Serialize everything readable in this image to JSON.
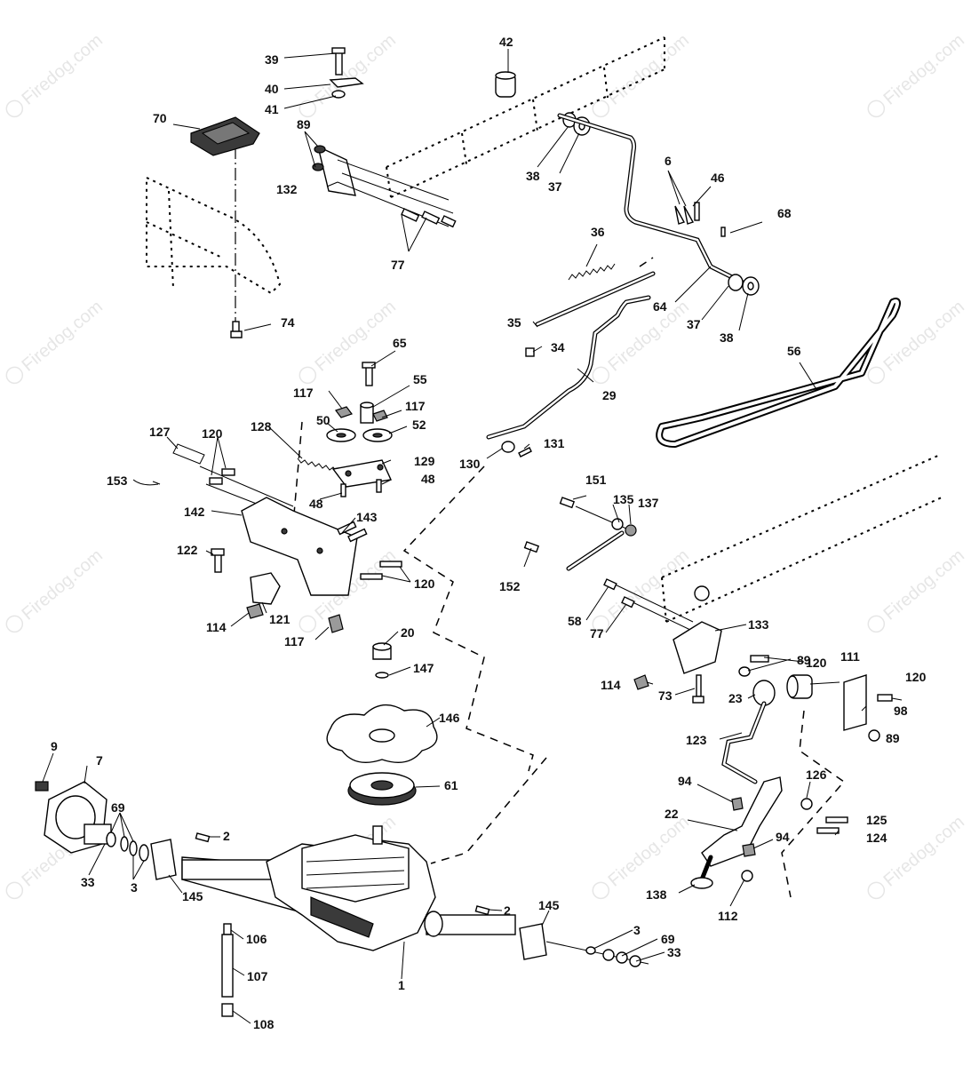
{
  "watermark": {
    "text": "Firedog.com",
    "symbol": "©"
  },
  "callouts": [
    {
      "id": "c39a",
      "text": "39"
    },
    {
      "id": "c40a",
      "text": "40"
    },
    {
      "id": "c41a",
      "text": "41"
    },
    {
      "id": "c42a",
      "text": "42"
    },
    {
      "id": "c70a",
      "text": "70"
    },
    {
      "id": "c89a",
      "text": "89"
    },
    {
      "id": "c132a",
      "text": "132"
    },
    {
      "id": "c77a",
      "text": "77"
    },
    {
      "id": "c38a",
      "text": "38"
    },
    {
      "id": "c37a",
      "text": "37"
    },
    {
      "id": "c6a",
      "text": "6"
    },
    {
      "id": "c46a",
      "text": "46"
    },
    {
      "id": "c68a",
      "text": "68"
    },
    {
      "id": "c36a",
      "text": "36"
    },
    {
      "id": "c64a",
      "text": "64"
    },
    {
      "id": "c37b",
      "text": "37"
    },
    {
      "id": "c38b",
      "text": "38"
    },
    {
      "id": "c56a",
      "text": "56"
    },
    {
      "id": "c74a",
      "text": "74"
    },
    {
      "id": "c35a",
      "text": "35"
    },
    {
      "id": "c34a",
      "text": "34"
    },
    {
      "id": "c65a",
      "text": "65"
    },
    {
      "id": "c55a",
      "text": "55"
    },
    {
      "id": "c117a",
      "text": "117"
    },
    {
      "id": "c117b",
      "text": "117"
    },
    {
      "id": "c50a",
      "text": "50"
    },
    {
      "id": "c52a",
      "text": "52"
    },
    {
      "id": "c29a",
      "text": "29"
    },
    {
      "id": "c127a",
      "text": "127"
    },
    {
      "id": "c120a",
      "text": "120"
    },
    {
      "id": "c128a",
      "text": "128"
    },
    {
      "id": "c129a",
      "text": "129"
    },
    {
      "id": "c48a",
      "text": "48"
    },
    {
      "id": "c48b",
      "text": "48"
    },
    {
      "id": "c131a",
      "text": "131"
    },
    {
      "id": "c130a",
      "text": "130"
    },
    {
      "id": "c153a",
      "text": "153"
    },
    {
      "id": "c142a",
      "text": "142"
    },
    {
      "id": "c143a",
      "text": "143"
    },
    {
      "id": "c151a",
      "text": "151"
    },
    {
      "id": "c135a",
      "text": "135"
    },
    {
      "id": "c137a",
      "text": "137"
    },
    {
      "id": "c122a",
      "text": "122"
    },
    {
      "id": "c120b",
      "text": "120"
    },
    {
      "id": "c152a",
      "text": "152"
    },
    {
      "id": "c114a",
      "text": "114"
    },
    {
      "id": "c121a",
      "text": "121"
    },
    {
      "id": "c117c",
      "text": "117"
    },
    {
      "id": "c58a",
      "text": "58"
    },
    {
      "id": "c77b",
      "text": "77"
    },
    {
      "id": "c133a",
      "text": "133"
    },
    {
      "id": "c20a",
      "text": "20"
    },
    {
      "id": "c147a",
      "text": "147"
    },
    {
      "id": "c120c",
      "text": "120"
    },
    {
      "id": "c89b",
      "text": "89"
    },
    {
      "id": "c111a",
      "text": "111"
    },
    {
      "id": "c114b",
      "text": "114"
    },
    {
      "id": "c73a",
      "text": "73"
    },
    {
      "id": "c23a",
      "text": "23"
    },
    {
      "id": "c120d",
      "text": "120"
    },
    {
      "id": "c98a",
      "text": "98"
    },
    {
      "id": "c146a",
      "text": "146"
    },
    {
      "id": "c123a",
      "text": "123"
    },
    {
      "id": "c89c",
      "text": "89"
    },
    {
      "id": "c9a",
      "text": "9"
    },
    {
      "id": "c7a",
      "text": "7"
    },
    {
      "id": "c61a",
      "text": "61"
    },
    {
      "id": "c94a",
      "text": "94"
    },
    {
      "id": "c126a",
      "text": "126"
    },
    {
      "id": "c69a",
      "text": "69"
    },
    {
      "id": "c22a",
      "text": "22"
    },
    {
      "id": "c125a",
      "text": "125"
    },
    {
      "id": "c2a",
      "text": "2"
    },
    {
      "id": "c94b",
      "text": "94"
    },
    {
      "id": "c124a",
      "text": "124"
    },
    {
      "id": "c33a",
      "text": "33"
    },
    {
      "id": "c3a",
      "text": "3"
    },
    {
      "id": "c145a",
      "text": "145"
    },
    {
      "id": "c138a",
      "text": "138"
    },
    {
      "id": "c112a",
      "text": "112"
    },
    {
      "id": "c2b",
      "text": "2"
    },
    {
      "id": "c145b",
      "text": "145"
    },
    {
      "id": "c106a",
      "text": "106"
    },
    {
      "id": "c3b",
      "text": "3"
    },
    {
      "id": "c69b",
      "text": "69"
    },
    {
      "id": "c33b",
      "text": "33"
    },
    {
      "id": "c107a",
      "text": "107"
    },
    {
      "id": "c1a",
      "text": "1"
    },
    {
      "id": "c108a",
      "text": "108"
    }
  ]
}
